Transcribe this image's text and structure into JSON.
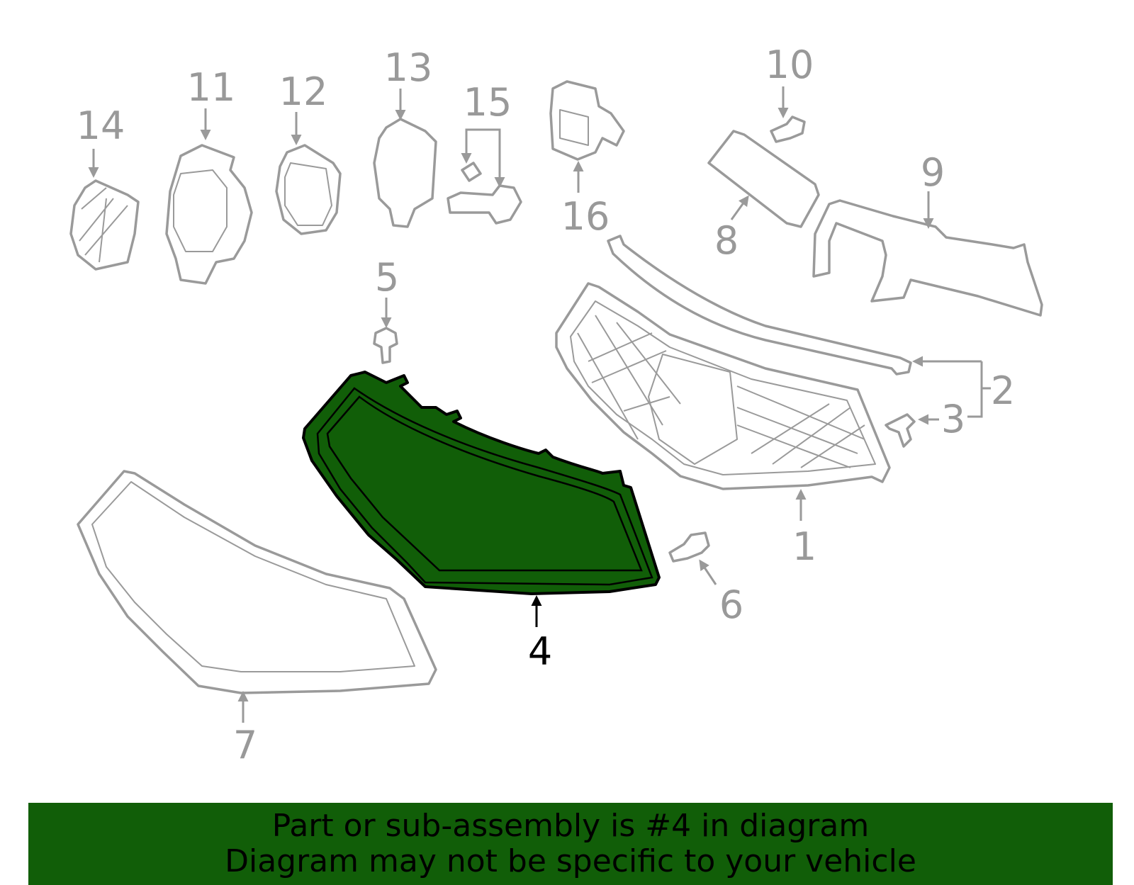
{
  "diagram": {
    "highlight_color": "#115e08",
    "part_line_color": "#9a9a9a",
    "callout_color": "#999999",
    "selected_callout_color": "#000000",
    "callouts": [
      "1",
      "2",
      "3",
      "4",
      "5",
      "6",
      "7",
      "8",
      "9",
      "10",
      "11",
      "12",
      "13",
      "14",
      "15",
      "16"
    ],
    "selected_part": "4"
  },
  "banner": {
    "background": "#115e08",
    "line1": "Part or sub-assembly is #4 in diagram",
    "line2": "Diagram may not be specific to your vehicle"
  }
}
